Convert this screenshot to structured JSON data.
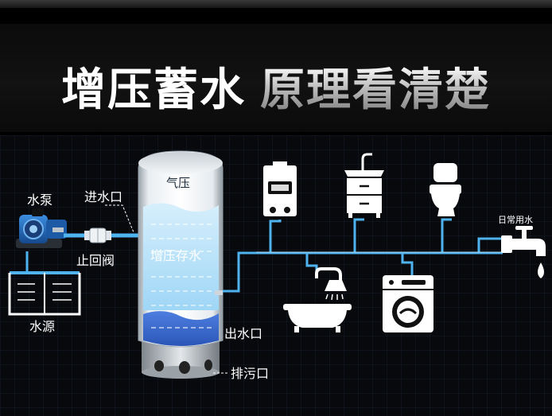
{
  "title": {
    "part1": "增压蓄水",
    "part2": "原理看清楚"
  },
  "labels": {
    "pump": "水泵",
    "inlet": "进水口",
    "check_valve": "止回阀",
    "water_source": "水源",
    "air_pressure": "气压",
    "pressurized_storage": "增压存水",
    "outlet": "出水口",
    "drain": "排污口",
    "daily_use": "日常用水"
  },
  "icons": [
    "water-pump-icon",
    "check-valve-icon",
    "pressure-tank-icon",
    "water-heater-icon",
    "bathroom-cabinet-icon",
    "toilet-icon",
    "bathtub-shower-icon",
    "washing-machine-icon",
    "faucet-icon"
  ],
  "colors": {
    "pipe": "#4fb3ef",
    "water_light": "#bfe6fb",
    "water_dark": "#3f6fd2",
    "pump_blue": "#1e5fae"
  }
}
